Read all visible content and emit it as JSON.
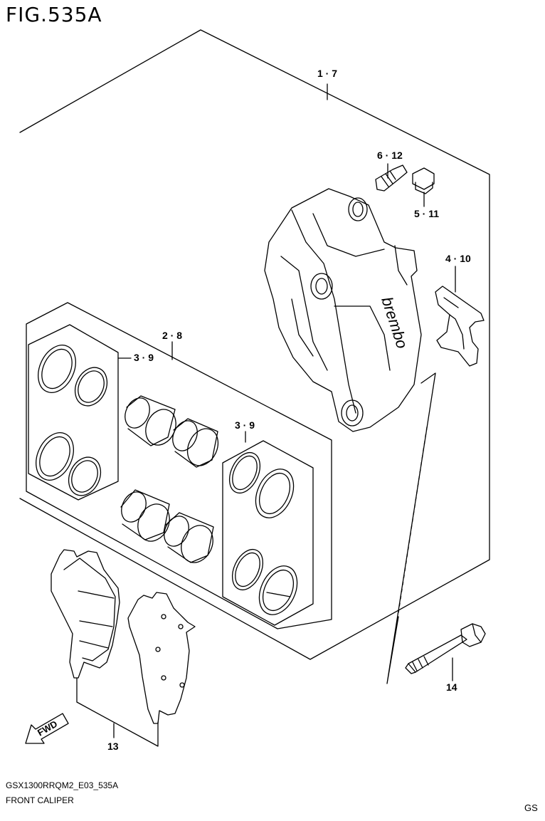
{
  "figure": {
    "title": "FIG.535A"
  },
  "callouts": {
    "c1_7": "1 · 7",
    "c6_12": "6 · 12",
    "c5_11": "5 · 11",
    "c4_10": "4 · 10",
    "c2_8": "2 · 8",
    "c3_9_left": "3 · 9",
    "c3_9_right": "3 · 9",
    "c13": "13",
    "c14": "14"
  },
  "fwd": {
    "label": "FWD",
    "icon": "fwd-arrow-icon"
  },
  "caliper": {
    "brand_text": "brembo"
  },
  "footer": {
    "code": "GSX1300RRQM2_E03_535A",
    "name": "FRONT CALIPER",
    "corner": "GS"
  }
}
